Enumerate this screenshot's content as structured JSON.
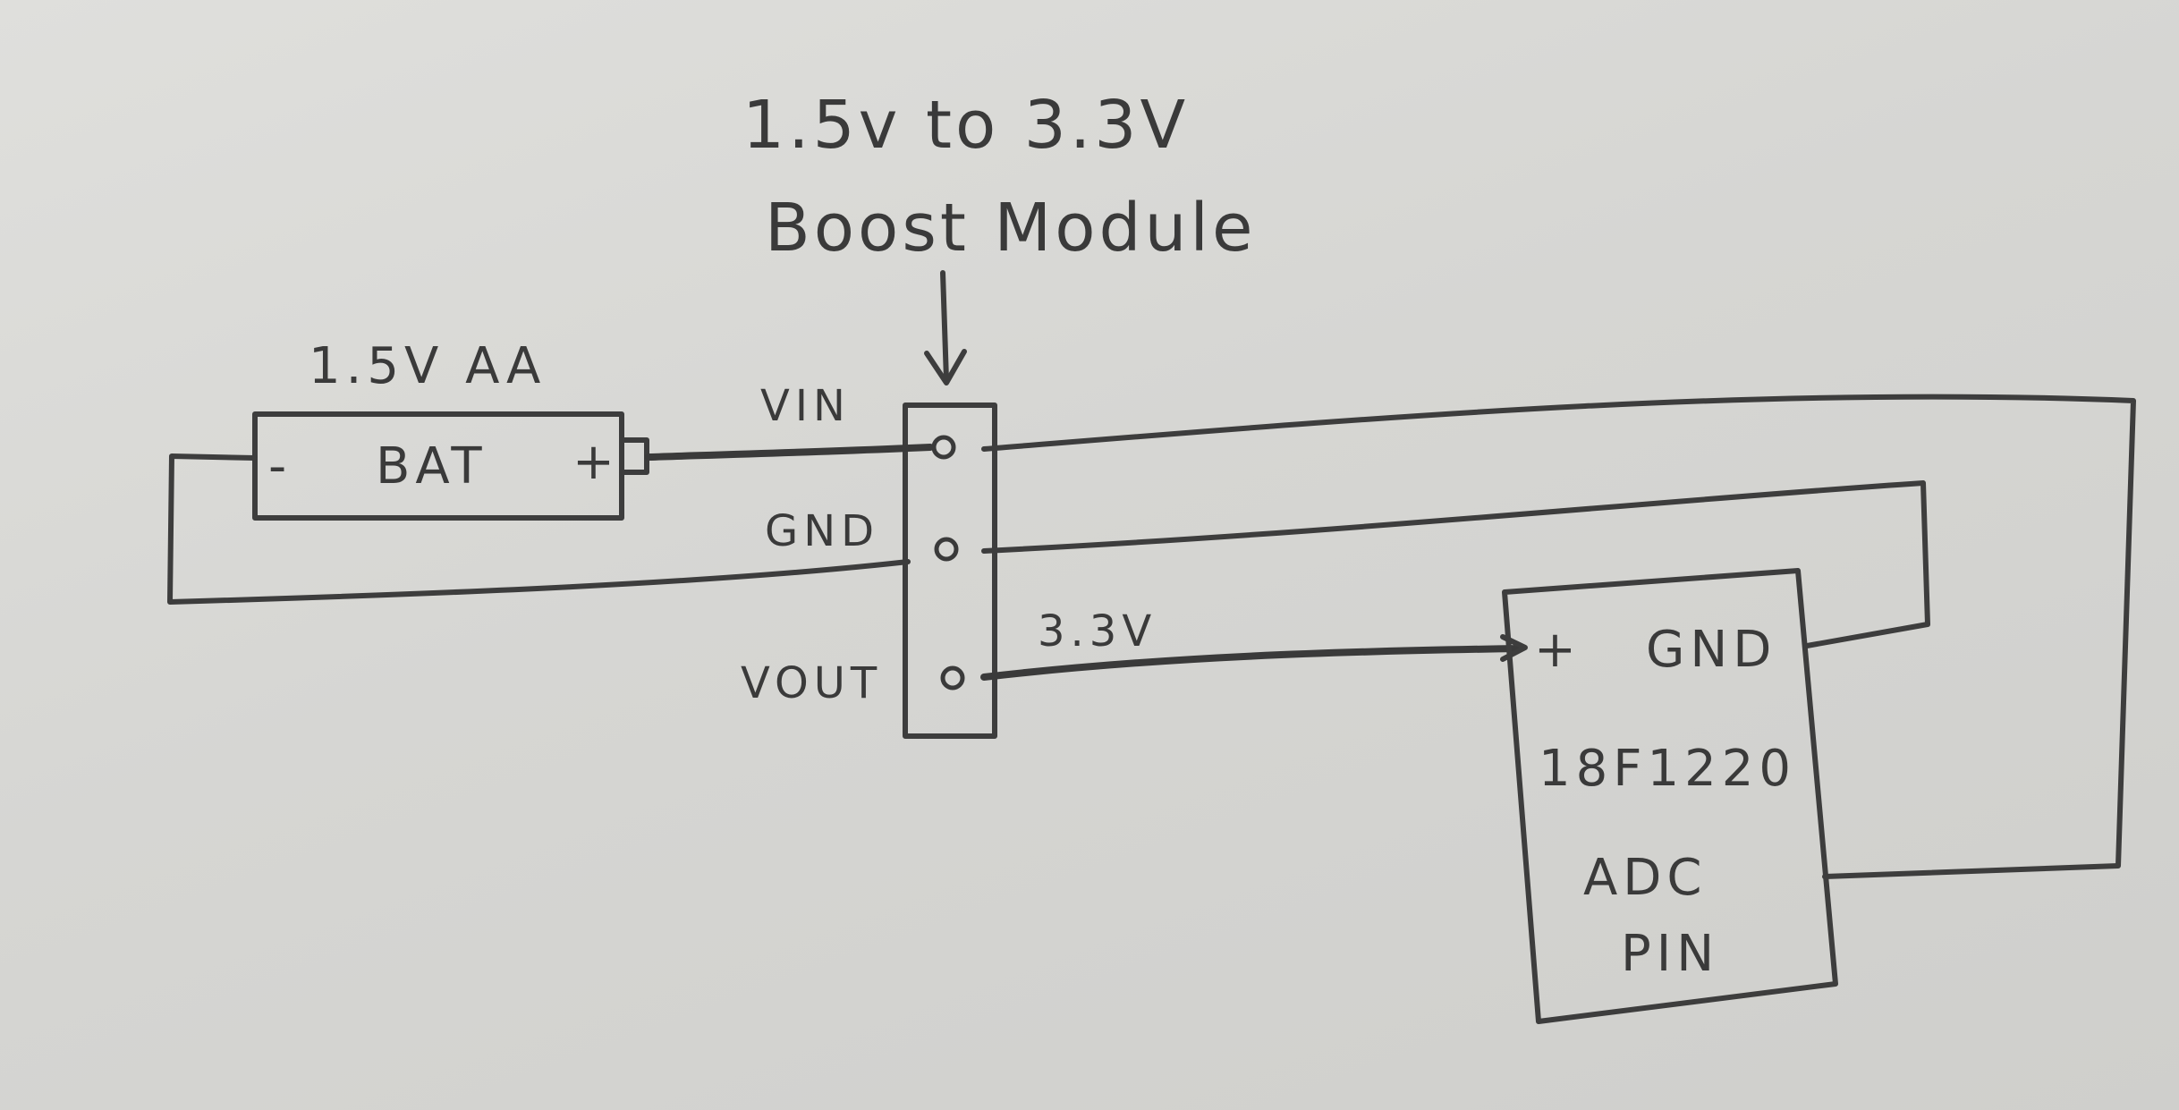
{
  "diagram": {
    "boost_label_line1": "1.5v to 3.3V",
    "boost_label_line2": "Boost Module",
    "battery": {
      "label_top": "1.5V AA",
      "body_label": "BAT",
      "minus": "-",
      "plus": "+"
    },
    "module_pins": {
      "vin": "VIN",
      "gnd": "GND",
      "vout": "VOUT"
    },
    "wire_label": "3.3V",
    "chip": {
      "plus": "+",
      "gnd": "GND",
      "name": "18F1220",
      "adc_line1": "ADC",
      "adc_line2": "PIN"
    },
    "ink_color": "#3a3a3a",
    "paper_color": "#d8d8d5"
  }
}
